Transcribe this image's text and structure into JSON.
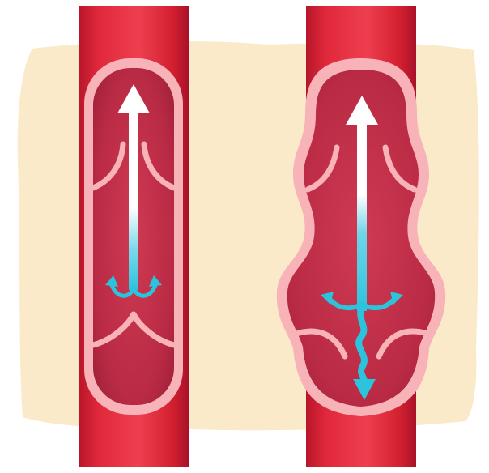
{
  "diagram": {
    "panels": [
      {
        "id": "normal-vein",
        "valves": "closed",
        "flow": "upward",
        "wall": "straight"
      },
      {
        "id": "varicose-vein",
        "valves": "open",
        "flow": "reflux",
        "wall": "dilated"
      }
    ],
    "colors": {
      "background_blob": "#fbe8c4",
      "vein_outer": "#e0283b",
      "vein_shade": "#b8152a",
      "wall_pink": "#f7b3b8",
      "lumen": "#c9334a",
      "lumen_dark": "#a5223a",
      "flow_white": "#ffffff",
      "flow_blue": "#2cc3dd"
    },
    "icons": [
      "up-arrow-icon",
      "reflux-arrow-icon"
    ]
  }
}
